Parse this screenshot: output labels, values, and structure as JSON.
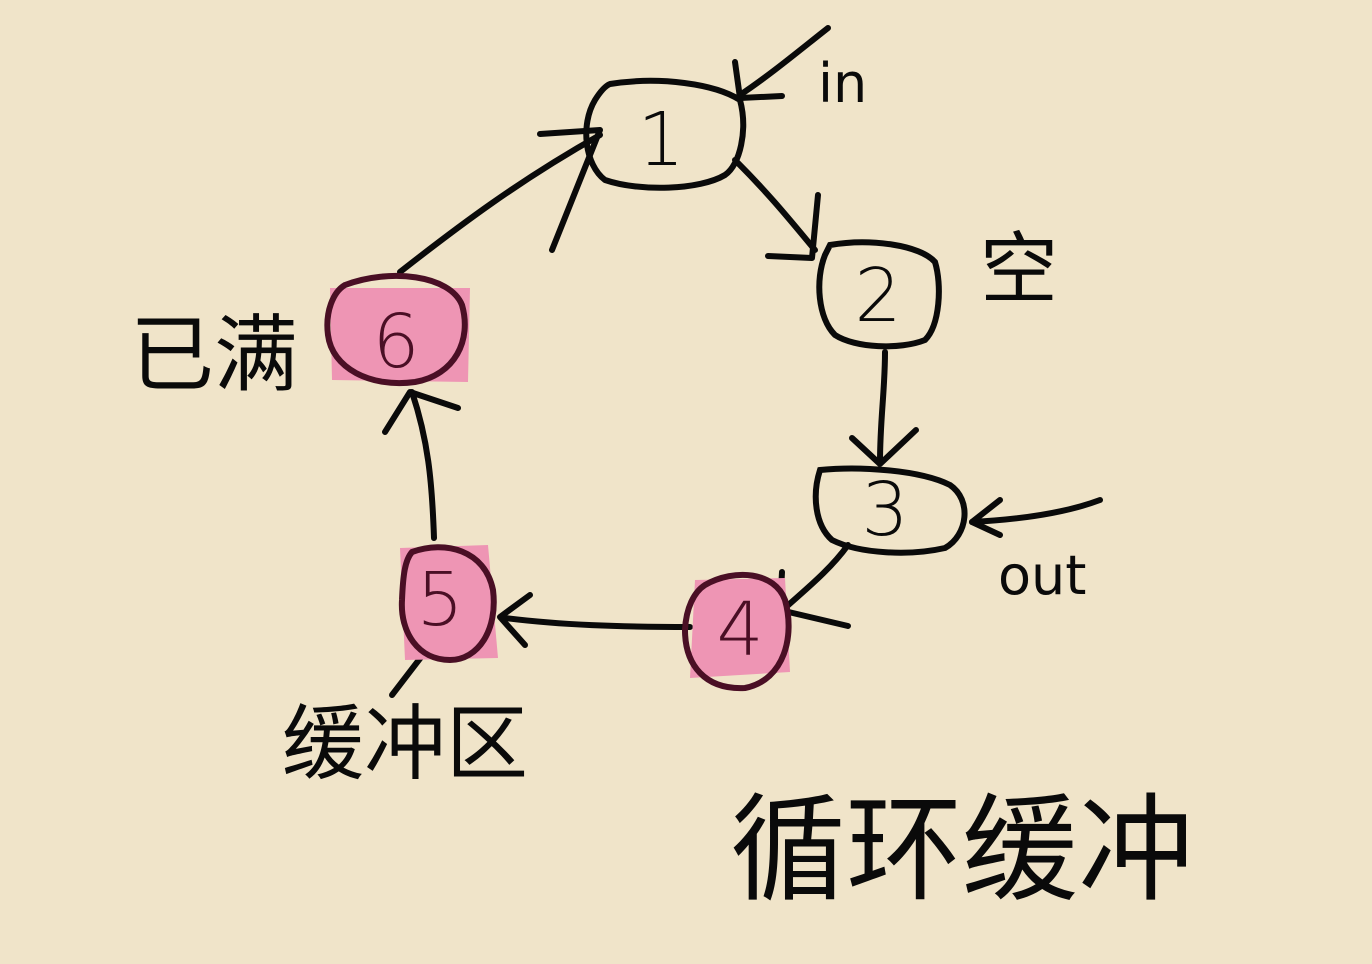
{
  "diagram": {
    "title": "循环缓冲",
    "nodes": [
      {
        "id": 1,
        "label": "1",
        "state": "empty"
      },
      {
        "id": 2,
        "label": "2",
        "state": "empty"
      },
      {
        "id": 3,
        "label": "3",
        "state": "empty"
      },
      {
        "id": 4,
        "label": "4",
        "state": "full"
      },
      {
        "id": 5,
        "label": "5",
        "state": "full"
      },
      {
        "id": 6,
        "label": "6",
        "state": "full"
      }
    ],
    "labels": {
      "in": "in",
      "out": "out",
      "empty": "空",
      "full": "已满",
      "buffer": "缓冲区"
    },
    "colors": {
      "background": "#f0e4c9",
      "ink": "#0a0a0a",
      "full_fill": "#ee95b4",
      "full_outline": "#4a0f25"
    }
  }
}
